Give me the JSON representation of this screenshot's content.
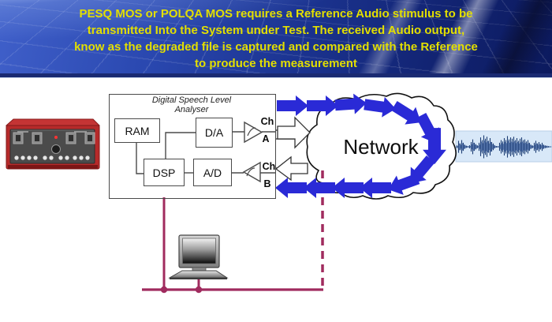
{
  "header": {
    "lines": [
      "PESQ MOS or POLQA MOS requires a Reference Audio stimulus to be",
      "transmitted Into the System under Test. The received Audio output,",
      "know as the degraded file is captured and compared with the Reference",
      "to produce the measurement"
    ]
  },
  "analyser": {
    "title_line1": "Digital Speech Level",
    "title_line2": "Analyser",
    "blocks": {
      "ram": "RAM",
      "da": "D/A",
      "dsp": "DSP",
      "ad": "A/D"
    },
    "channels": {
      "a_ch": "Ch",
      "a": "A",
      "b_ch": "Ch",
      "b": "B"
    }
  },
  "network": {
    "label": "Network"
  },
  "waveform": {
    "amplitudes": [
      0.1,
      0.45,
      0.25,
      0.5,
      0.3,
      0.15,
      0.08,
      0.05,
      0.12,
      0.35,
      0.55,
      0.3,
      0.2,
      0.1,
      0.3,
      0.7,
      0.5,
      0.85,
      0.6,
      0.75,
      0.45,
      0.65,
      0.35,
      0.25,
      0.1,
      0.06,
      0.05,
      0.3,
      0.5,
      0.4,
      0.65,
      0.5,
      0.8,
      0.55,
      0.7,
      0.6,
      0.75,
      0.5,
      0.65,
      0.45,
      0.6,
      0.7,
      0.5,
      0.55,
      0.4,
      0.5,
      0.3,
      0.15,
      0.1,
      0.3,
      0.45,
      0.25,
      0.35,
      0.2,
      0.3,
      0.15,
      0.1,
      0.08,
      0.05,
      0.04
    ]
  },
  "colors": {
    "arrow_blue": "#2a2ad6",
    "maroon": "#a02b5e",
    "header_text": "#e3df00"
  }
}
